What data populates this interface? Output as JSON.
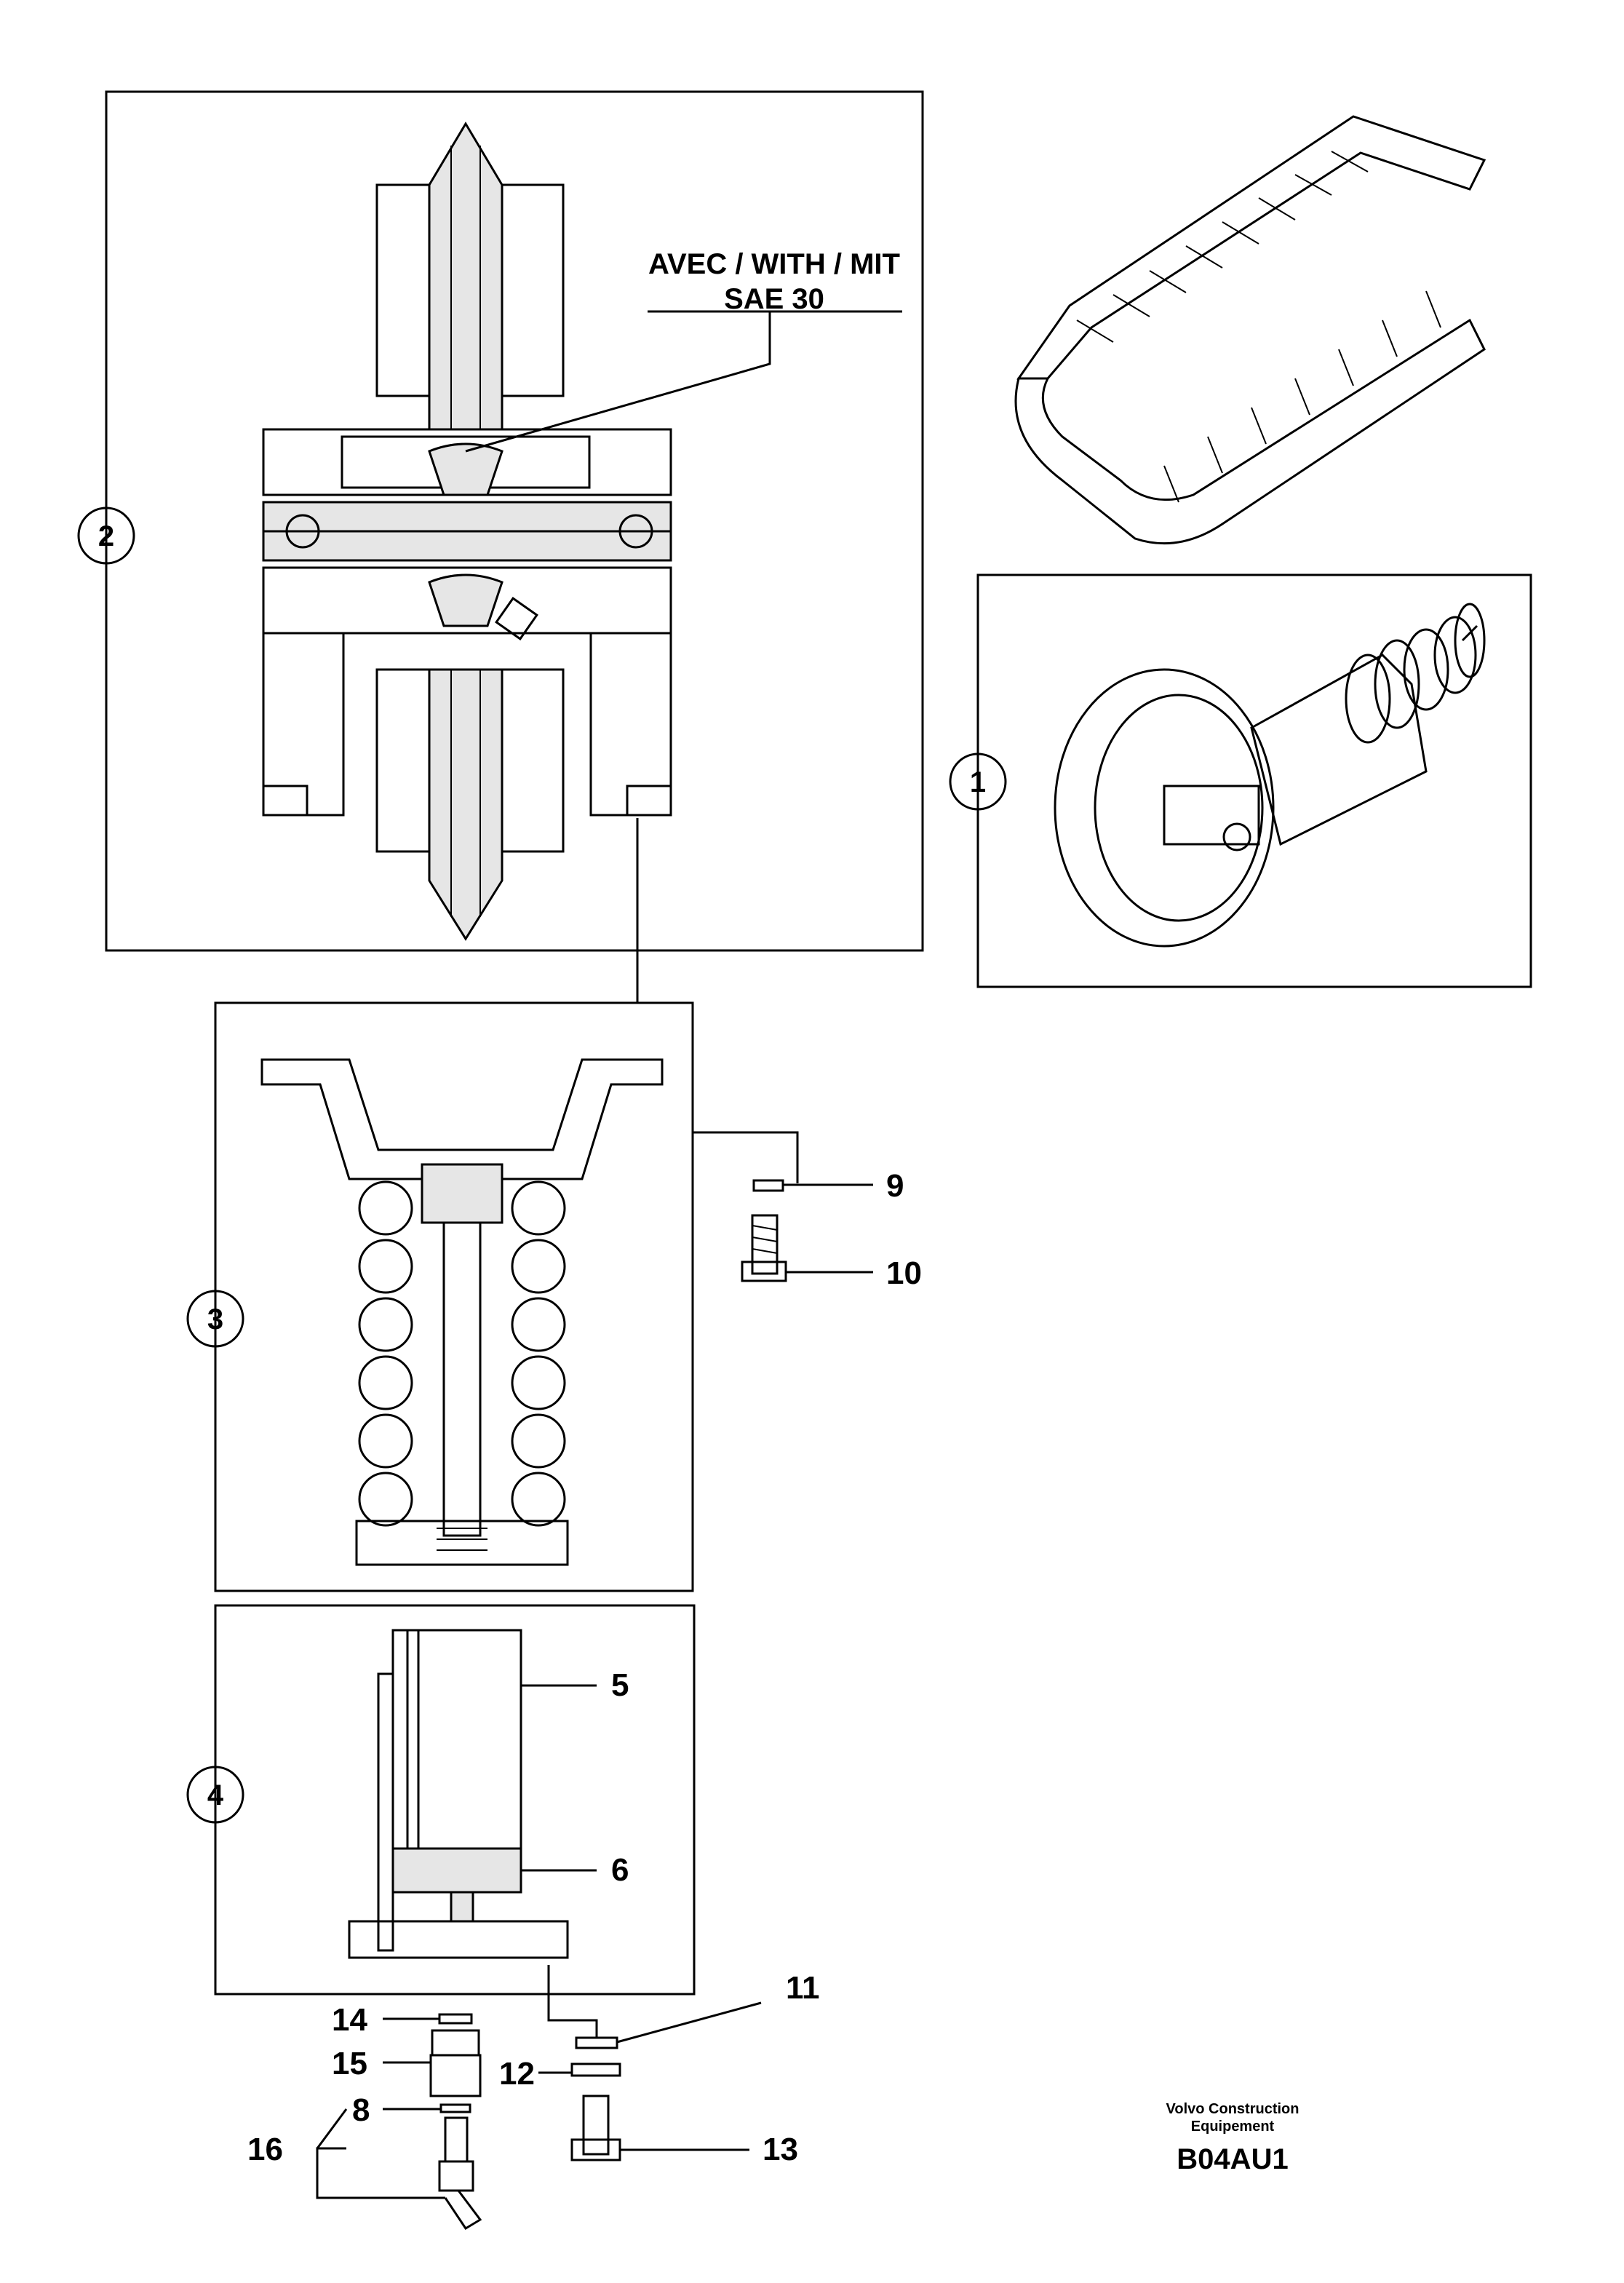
{
  "note": {
    "line1": "AVEC / WITH / MIT",
    "line2": "SAE 30"
  },
  "assemblies": [
    {
      "id": "1",
      "label": "1"
    },
    {
      "id": "2",
      "label": "2"
    },
    {
      "id": "3",
      "label": "3"
    },
    {
      "id": "4",
      "label": "4"
    }
  ],
  "parts": {
    "p5": "5",
    "p6": "6",
    "p8": "8",
    "p9": "9",
    "p10": "10",
    "p11": "11",
    "p12": "12",
    "p13": "13",
    "p14": "14",
    "p15": "15",
    "p16": "16"
  },
  "footer": {
    "company_line1": "Volvo Construction",
    "company_line2": "Equipement",
    "code": "B04AU1"
  }
}
